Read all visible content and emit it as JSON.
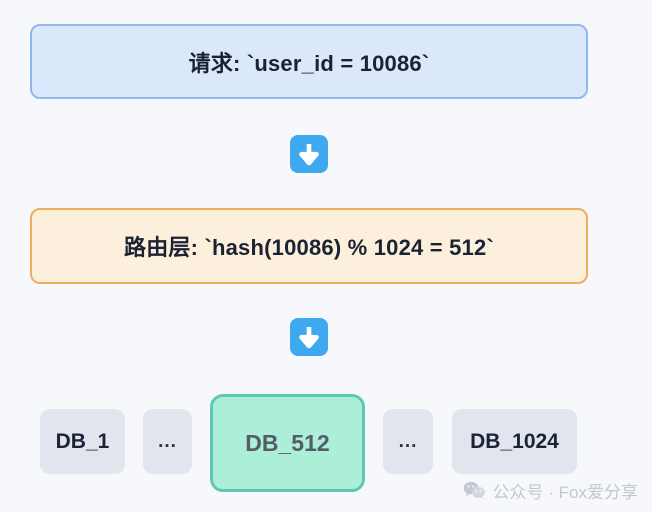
{
  "diagram": {
    "title": "database-sharding-routing-flow",
    "background_color": "#f7f8fb",
    "stages": [
      {
        "id": "request",
        "label": "请求: `user_id = 10086`",
        "fill": "#dbe7fb",
        "border": "#92b7f0"
      },
      {
        "id": "router",
        "label": "路由层: `hash(10086) % 1024 = 512`",
        "fill": "#fcefdb",
        "border": "#f0ad5c"
      }
    ],
    "connectors": [
      {
        "id": "arrow-1",
        "icon": "arrow-down-icon",
        "color": "#3fa9f0"
      },
      {
        "id": "arrow-2",
        "icon": "arrow-down-icon",
        "color": "#3fa9f0"
      }
    ],
    "databases": [
      {
        "id": "db-1",
        "label": "DB_1",
        "highlighted": false
      },
      {
        "id": "dots-left",
        "label": "...",
        "highlighted": false
      },
      {
        "id": "db-512",
        "label": "DB_512",
        "highlighted": true
      },
      {
        "id": "dots-right",
        "label": "...",
        "highlighted": false
      },
      {
        "id": "db-1024",
        "label": "DB_1024",
        "highlighted": false
      }
    ],
    "node_colors": {
      "default_fill": "#e2e4ee",
      "default_text": "#1b2436",
      "highlight_fill": "#acefd9",
      "highlight_border": "#5ec9b0",
      "highlight_text": "#555c68"
    }
  },
  "watermark": {
    "icon": "wechat-icon",
    "text": "公众号 · Fox爱分享",
    "color": "#c3c7d1"
  }
}
